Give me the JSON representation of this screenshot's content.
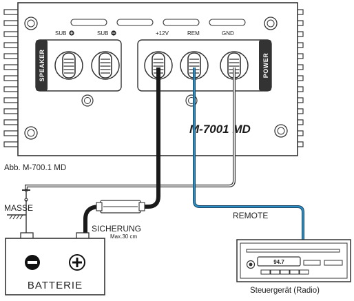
{
  "amplifier": {
    "model": "M-7001 MD",
    "caption": "Abb. M-700.1 MD",
    "speaker_label": "SPEAKER",
    "power_label": "POWER",
    "terminals": {
      "sub_plus": "SUB",
      "sub_minus": "SUB",
      "plus12v": "+12V",
      "rem": "REM",
      "gnd": "GND"
    }
  },
  "labels": {
    "ground": "MASSE",
    "fuse": "SICHERUNG",
    "fuse_rating": "Max.30 cm",
    "remote": "REMOTE",
    "battery": "BATTERIE",
    "radio_caption": "Steuergerät (Radio)",
    "radio_display": "94.7"
  },
  "colors": {
    "power_cable": "#1a1a1a",
    "remote_wire": "#2a8fc4",
    "outline": "#333333"
  }
}
